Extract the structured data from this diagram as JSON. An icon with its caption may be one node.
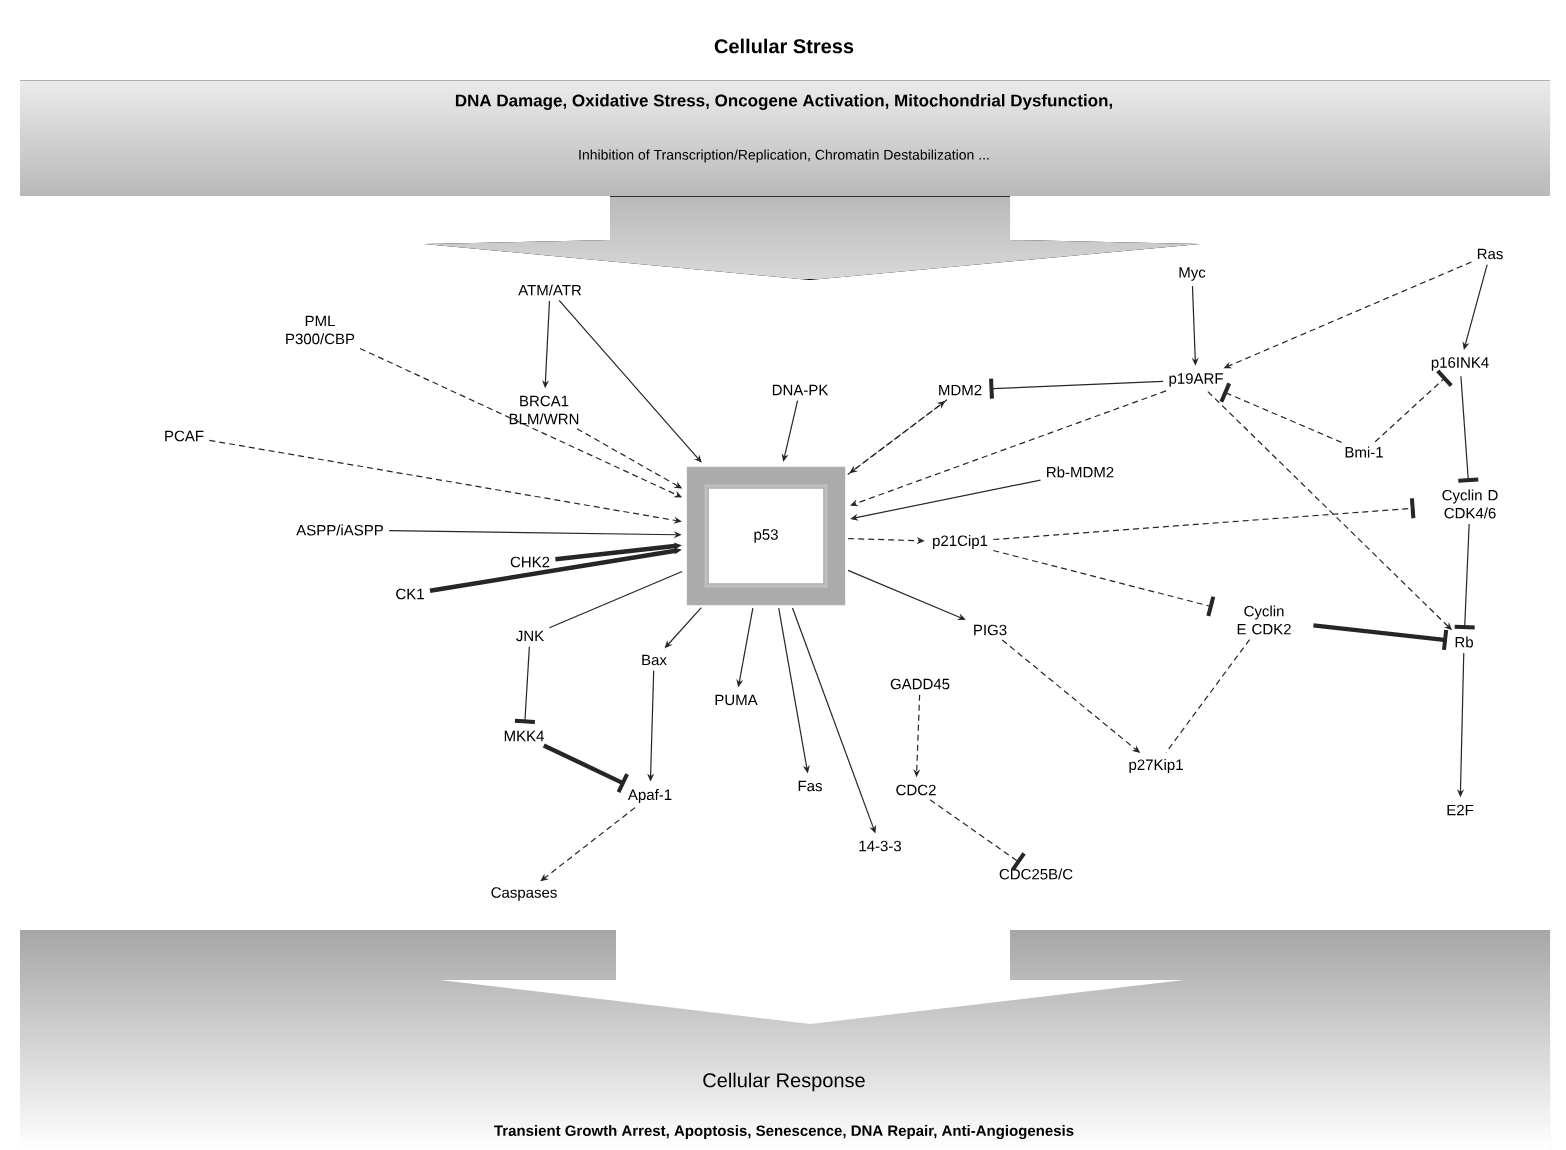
{
  "diagram": {
    "nodes": [
      {
        "text": [
          "Cellular Stress",
          "DNA Damage, Oxidative Stress, Oncogene Activation, Mitochondrial Dysfunction,",
          "Inhibition of Transcription/Replication, Chromatin Destabilization ..."
        ]
      },
      {
        "text": [
          "ATM/ATR"
        ]
      },
      {
        "text": [
          "PML P300/CBP"
        ]
      },
      {
        "text": [
          "BRCA1 BLM/WRN"
        ]
      },
      {
        "text": [
          "PCAF"
        ]
      },
      {
        "text": [
          "DNA-PK"
        ]
      },
      {
        "text": [
          "MDM2"
        ]
      },
      {
        "text": [
          "p53"
        ]
      },
      {
        "text": [
          "Myc"
        ]
      },
      {
        "text": [
          "p19ARF"
        ]
      },
      {
        "text": [
          "Ras"
        ]
      },
      {
        "text": [
          "p16INK4"
        ]
      },
      {
        "text": [
          "Bmi-1"
        ]
      },
      {
        "text": [
          "Cyclin D CDK4/6"
        ]
      },
      {
        "text": [
          "Rb-MDM2"
        ]
      },
      {
        "text": [
          "ASPP/iASPP"
        ]
      },
      {
        "text": [
          "CHK2"
        ]
      },
      {
        "text": [
          "CK1"
        ]
      },
      {
        "text": [
          "p21Cip1"
        ]
      },
      {
        "text": [
          "JNK"
        ]
      },
      {
        "text": [
          "Bax"
        ]
      },
      {
        "text": [
          "PUMA"
        ]
      },
      {
        "text": [
          "MKK4"
        ]
      },
      {
        "text": [
          "PIG3"
        ]
      },
      {
        "text": [
          "GADD45"
        ]
      },
      {
        "text": [
          "Cyclin E CDK2"
        ]
      },
      {
        "text": [
          "Rb"
        ]
      },
      {
        "text": [
          "Fas"
        ]
      },
      {
        "text": [
          "CDC2"
        ]
      },
      {
        "text": [
          "p27Kip1"
        ]
      },
      {
        "text": [
          "Apaf-1"
        ]
      },
      {
        "text": [
          "14-3-3"
        ]
      },
      {
        "text": [
          "E2F"
        ]
      },
      {
        "text": [
          "CDC25B/C"
        ]
      },
      {
        "text": [
          "Caspases"
        ]
      },
      {
        "text": [
          "Cellular Response",
          "Transient Growth Arrest, Apoptosis, Senescence, DNA Repair, Anti-Angiogenesis"
        ]
      }
    ],
    "edges": [
      {
        "from": 1,
        "to": 3,
        "arrow": "to"
      },
      {
        "from": 1,
        "to": 7,
        "arrow": "to"
      },
      {
        "from": 3,
        "to": 7,
        "arrow": "to",
        "style": "dashed"
      },
      {
        "from": 2,
        "to": 7,
        "arrow": "to",
        "style": "dashed"
      },
      {
        "from": 4,
        "to": 7,
        "arrow": "to",
        "style": "dashed"
      },
      {
        "from": 15,
        "to": 7,
        "arrow": "to"
      },
      {
        "from": 16,
        "to": 7,
        "arrow": "to",
        "style": "thick"
      },
      {
        "from": 17,
        "to": 7,
        "arrow": "to",
        "style": "thick"
      },
      {
        "from": 5,
        "to": 7,
        "arrow": "to"
      },
      {
        "from": 7,
        "to": 6,
        "arrow": "to",
        "style": "dashed"
      },
      {
        "from": 6,
        "to": 7,
        "arrow": "to",
        "style": "dashed"
      },
      {
        "from": 9,
        "to": 6,
        "arrow": "other"
      },
      {
        "from": 9,
        "to": 7,
        "arrow": "to",
        "style": "dashed"
      },
      {
        "from": 8,
        "to": 9,
        "arrow": "to"
      },
      {
        "from": 10,
        "to": 9,
        "arrow": "to",
        "style": "dashed"
      },
      {
        "from": 10,
        "to": 11,
        "arrow": "to"
      },
      {
        "from": 11,
        "to": 13,
        "arrow": "other"
      },
      {
        "from": 12,
        "to": 11,
        "arrow": "other",
        "style": "dashed"
      },
      {
        "from": 12,
        "to": 9,
        "arrow": "other",
        "style": "dashed"
      },
      {
        "from": 9,
        "to": 26,
        "arrow": "to",
        "style": "dashed"
      },
      {
        "from": 13,
        "to": 26,
        "arrow": "other"
      },
      {
        "from": 26,
        "to": 32,
        "arrow": "to"
      },
      {
        "from": 14,
        "to": 7,
        "arrow": "to"
      },
      {
        "from": 18,
        "to": 13,
        "arrow": "other",
        "style": "dashed"
      },
      {
        "from": 18,
        "to": 25,
        "arrow": "other",
        "style": "dashed"
      },
      {
        "from": 7,
        "to": 18,
        "arrow": "to",
        "style": "dashed"
      },
      {
        "from": 25,
        "to": 26,
        "arrow": "other",
        "style": "thick"
      },
      {
        "from": 25,
        "to": 29,
        "arrow": "none",
        "style": "dashed"
      },
      {
        "from": 23,
        "to": 29,
        "arrow": "to",
        "style": "dashed"
      },
      {
        "from": 7,
        "to": 20,
        "arrow": "to"
      },
      {
        "from": 7,
        "to": 21,
        "arrow": "to"
      },
      {
        "from": 7,
        "to": 27,
        "arrow": "to"
      },
      {
        "from": 7,
        "to": 31,
        "arrow": "to"
      },
      {
        "from": 7,
        "to": 23,
        "arrow": "to"
      },
      {
        "from": 19,
        "to": 7,
        "arrow": "none"
      },
      {
        "from": 19,
        "to": 22,
        "arrow": "other"
      },
      {
        "from": 22,
        "to": 30,
        "arrow": "other",
        "style": "thick"
      },
      {
        "from": 20,
        "to": 30,
        "arrow": "to"
      },
      {
        "from": 30,
        "to": 34,
        "arrow": "to",
        "style": "dashed"
      },
      {
        "from": 24,
        "to": 28,
        "arrow": "to",
        "style": "dashed"
      },
      {
        "from": 28,
        "to": 33,
        "arrow": "other",
        "style": "dashed"
      }
    ]
  }
}
